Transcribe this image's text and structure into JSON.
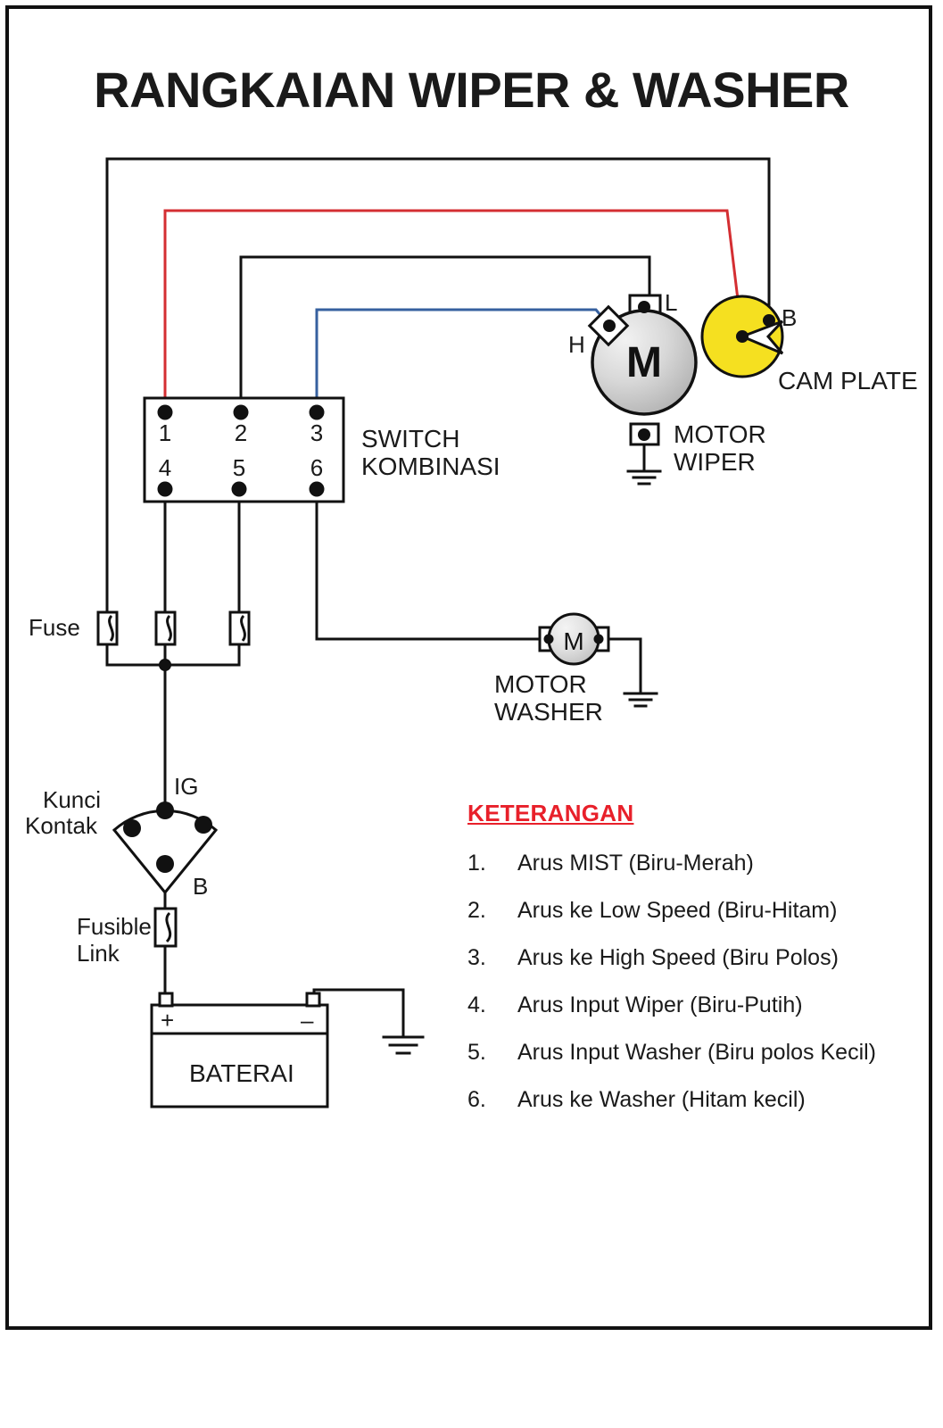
{
  "title": "RANGKAIAN WIPER & WASHER",
  "colors": {
    "wire_red": "#d42e32",
    "wire_blue": "#36609f",
    "wire_black": "#111111",
    "cam_plate_yellow": "#f5e020",
    "motor_gray": "#c9c9c9",
    "legend_red": "#e8202a",
    "frame": "#111111"
  },
  "components": {
    "switch": {
      "label_line1": "SWITCH",
      "label_line2": "KOMBINASI",
      "terminals": [
        "1",
        "2",
        "3",
        "4",
        "5",
        "6"
      ]
    },
    "wiper_motor": {
      "symbol": "M",
      "label_line1": "MOTOR",
      "label_line2": "WIPER",
      "terminal_high": "H",
      "terminal_low": "L"
    },
    "cam_plate": {
      "label": "CAM PLATE",
      "terminal_b": "B"
    },
    "washer_motor": {
      "symbol": "M",
      "label_line1": "MOTOR",
      "label_line2": "WASHER"
    },
    "fuse": {
      "label": "Fuse",
      "count": 3
    },
    "ignition": {
      "label_line1": "Kunci",
      "label_line2": "Kontak",
      "terminal_ig": "IG",
      "terminal_b": "B"
    },
    "fusible_link": {
      "label_line1": "Fusible",
      "label_line2": "Link"
    },
    "battery": {
      "label": "BATERAI",
      "terminal_positive": "+",
      "terminal_negative": "–"
    }
  },
  "legend": {
    "heading": "KETERANGAN",
    "items": [
      {
        "num": "1.",
        "text": "Arus MIST (Biru-Merah)"
      },
      {
        "num": "2.",
        "text": "Arus ke Low Speed (Biru-Hitam)"
      },
      {
        "num": "3.",
        "text": "Arus ke High Speed (Biru Polos)"
      },
      {
        "num": "4.",
        "text": "Arus Input Wiper (Biru-Putih)"
      },
      {
        "num": "5.",
        "text": "Arus Input Washer (Biru polos Kecil)"
      },
      {
        "num": "6.",
        "text": "Arus ke Washer (Hitam kecil)"
      }
    ]
  }
}
